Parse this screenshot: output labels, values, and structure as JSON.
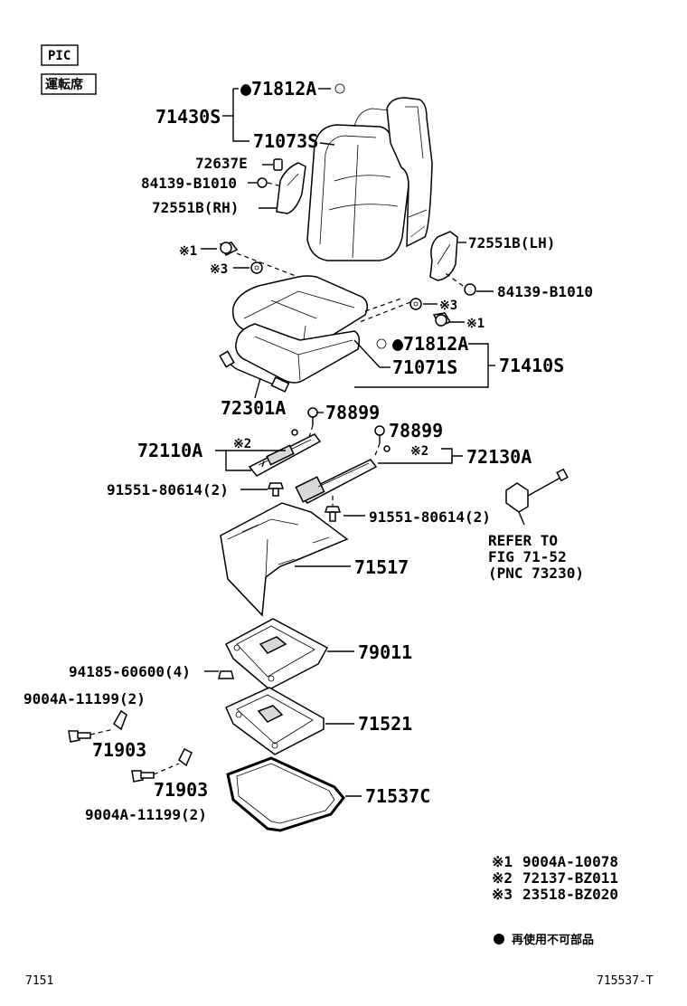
{
  "pic_label": "PIC",
  "seat_label": "運転席",
  "parts": {
    "p71812A_top": "●71812A",
    "p71430S": "71430S",
    "p71073S": "71073S",
    "p72637E": "72637E",
    "p84139_B1010_l": "84139-B1010",
    "p72551B_rh": "72551B(RH)",
    "p72551B_lh": "72551B(LH)",
    "p84139_B1010_r": "84139-B1010",
    "mark1_left": "※1",
    "mark3_left": "※3",
    "mark3_right": "※3",
    "mark1_right": "※1",
    "p71812A_mid": "●71812A",
    "p71071S": "71071S",
    "p71410S": "71410S",
    "p72301A": "72301A",
    "p78899_a": "78899",
    "p78899_b": "78899",
    "p72110A": "72110A",
    "mark2_left": "※2",
    "mark2_right": "※2",
    "p72130A": "72130A",
    "p91551_l": "91551-80614(2)",
    "p91551_r": "91551-80614(2)",
    "refer_1": "REFER TO",
    "refer_2": "FIG 71-52",
    "refer_3": "(PNC 73230)",
    "p71517": "71517",
    "p79011": "79011",
    "p94185": "94185-60600(4)",
    "p9004A_top": "9004A-11199(2)",
    "p71903_a": "71903",
    "p71521": "71521",
    "p71903_b": "71903",
    "p9004A_bot": "9004A-11199(2)",
    "p71537C": "71537C"
  },
  "legend": [
    {
      "mark": "※1",
      "part": "9004A-10078"
    },
    {
      "mark": "※2",
      "part": "72137-BZ011"
    },
    {
      "mark": "※3",
      "part": "23518-BZ020"
    }
  ],
  "non_reusable_note": "再使用不可部品",
  "footer_left": "7151",
  "footer_right": "715537-T"
}
